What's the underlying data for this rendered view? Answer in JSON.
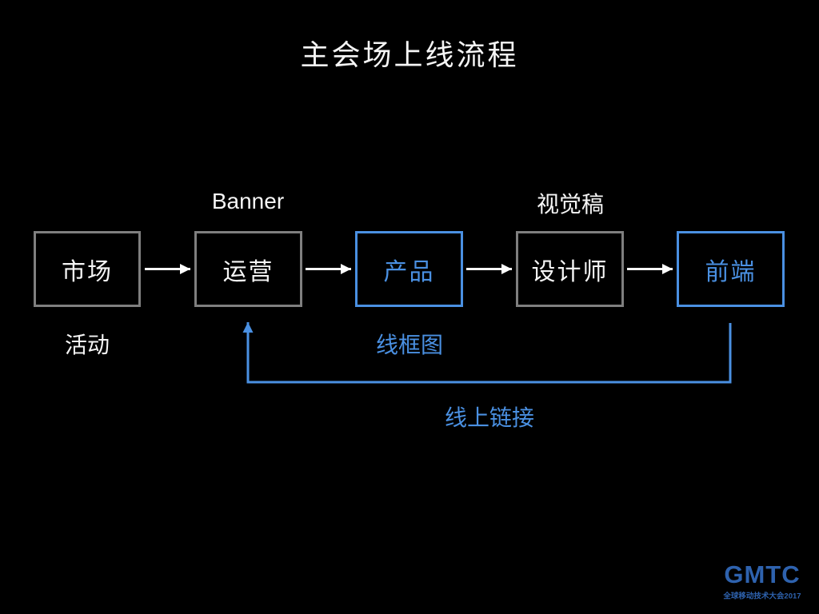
{
  "title": "主会场上线流程",
  "flow": {
    "boxes": [
      {
        "label": "市场",
        "style": "gray"
      },
      {
        "label": "运营",
        "style": "gray"
      },
      {
        "label": "产品",
        "style": "blue"
      },
      {
        "label": "设计师",
        "style": "gray"
      },
      {
        "label": "前端",
        "style": "blue"
      }
    ],
    "annotations": {
      "banner": "Banner",
      "visual_draft": "视觉稿",
      "activity": "活动",
      "wireframe": "线框图",
      "online_link": "线上链接"
    }
  },
  "logo": {
    "text": "GMTC",
    "subtitle": "全球移动技术大会2017"
  },
  "colors": {
    "background": "#000000",
    "text-white": "#f5f5f5",
    "box-gray": "#7f7f7f",
    "accent-blue": "#4a90e2",
    "logo-blue": "#2e62ae"
  }
}
